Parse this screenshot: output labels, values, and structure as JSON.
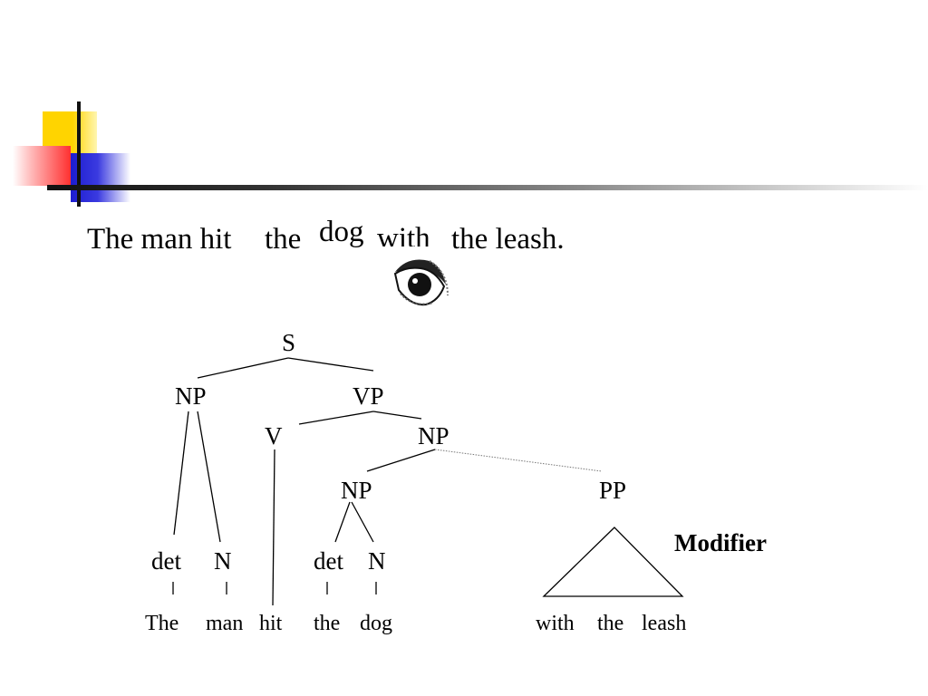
{
  "sentence": {
    "part1": "The man hit",
    "part2": "the",
    "part3": "dog",
    "part4": "with",
    "part5": "the leash."
  },
  "tree": {
    "nodes": {
      "s": "S",
      "np_subject": "NP",
      "vp": "VP",
      "v": "V",
      "np_object": "NP",
      "np_inner": "NP",
      "pp": "PP",
      "det1": "det",
      "n1": "N",
      "det2": "det",
      "n2": "N"
    },
    "leaves": {
      "the1": "The",
      "man": "man",
      "hit": "hit",
      "the2": "the",
      "dog": "dog",
      "with": "with",
      "the3": "the",
      "leash": "leash"
    },
    "annotation": "Modifier"
  },
  "icons": {
    "eye": "eye-icon"
  }
}
